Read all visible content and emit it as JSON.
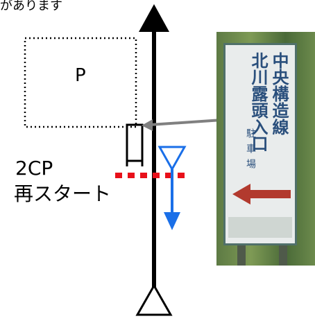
{
  "header_text": "があります",
  "parking_label": "P",
  "checkpoint": {
    "line1": "2CP",
    "line2": "再スタート"
  },
  "signboard": {
    "line_a": "中央構造線",
    "line_b": "北川露頭入口",
    "park_text": "駐車場"
  },
  "colors": {
    "route": "#000000",
    "start_line": "#e8101a",
    "direction_arrow": "#1a6fe8",
    "pointer": "#808080"
  }
}
